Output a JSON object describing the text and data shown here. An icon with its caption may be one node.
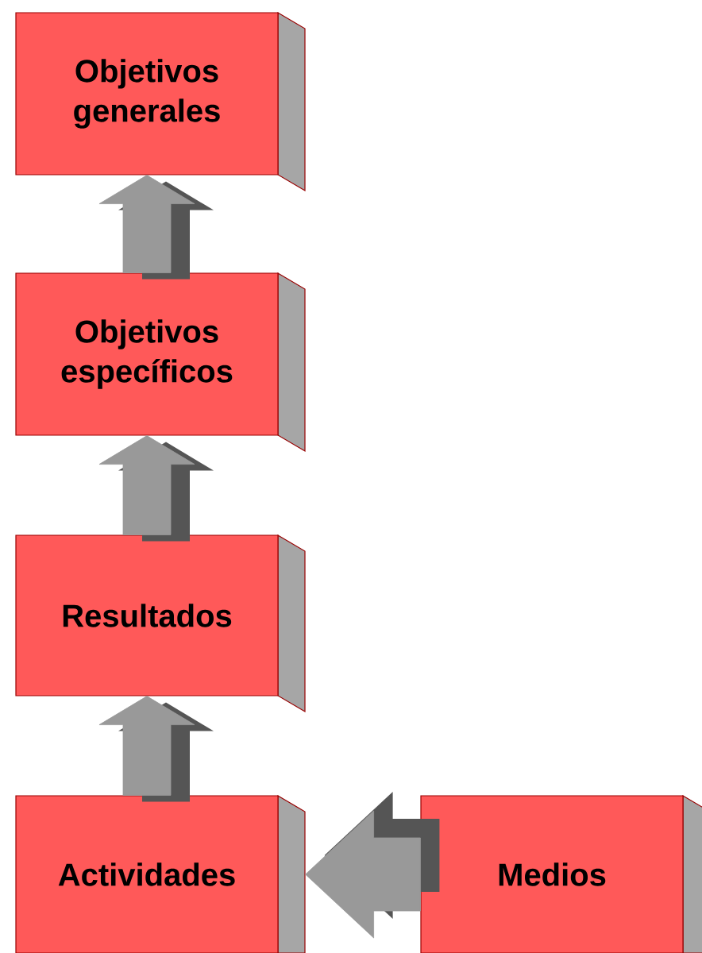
{
  "diagram": {
    "nodes": [
      {
        "text": [
          "Objetivos generales"
        ]
      },
      {
        "text": [
          "Objetivos específicos"
        ]
      },
      {
        "text": [
          "Resultados"
        ]
      },
      {
        "text": [
          "Actividades"
        ]
      },
      {
        "text": [
          "Medios"
        ]
      }
    ],
    "edges": [
      {
        "from": 3,
        "to": 2,
        "arrow": "to"
      },
      {
        "from": 2,
        "to": 1,
        "arrow": "to"
      },
      {
        "from": 1,
        "to": 0,
        "arrow": "to"
      },
      {
        "from": 4,
        "to": 3,
        "arrow": "to"
      }
    ]
  }
}
